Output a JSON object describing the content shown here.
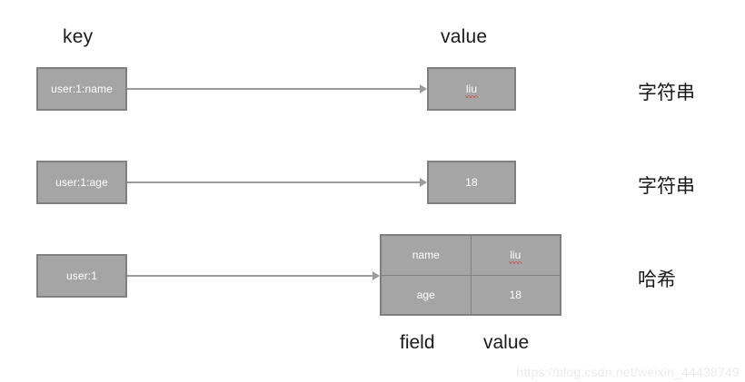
{
  "diagram": {
    "headers": {
      "key": "key",
      "value": "value"
    },
    "rows": [
      {
        "key_label": "user:1:name",
        "value_label": "liu",
        "value_misspelled": true,
        "type_label": "字符串"
      },
      {
        "key_label": "user:1:age",
        "value_label": "18",
        "value_misspelled": false,
        "type_label": "字符串"
      },
      {
        "key_label": "user:1",
        "type_label": "哈希",
        "hash_table": {
          "field_header": "field",
          "value_header": "value",
          "entries": [
            {
              "field": "name",
              "value": "liu",
              "value_misspelled": true
            },
            {
              "field": "age",
              "value": "18",
              "value_misspelled": false
            }
          ]
        }
      }
    ],
    "colors": {
      "box_fill": "#a5a5a5",
      "box_border": "#808080",
      "box_text": "#ffffff",
      "arrow": "#9b9b9b",
      "label_text": "#1a1a1a",
      "spellcheck_underline": "#e02020",
      "background": "#ffffff",
      "watermark_text": "#ebebeb"
    }
  },
  "watermark": {
    "text": "https://blog.csdn.net/weixin_44438749"
  }
}
